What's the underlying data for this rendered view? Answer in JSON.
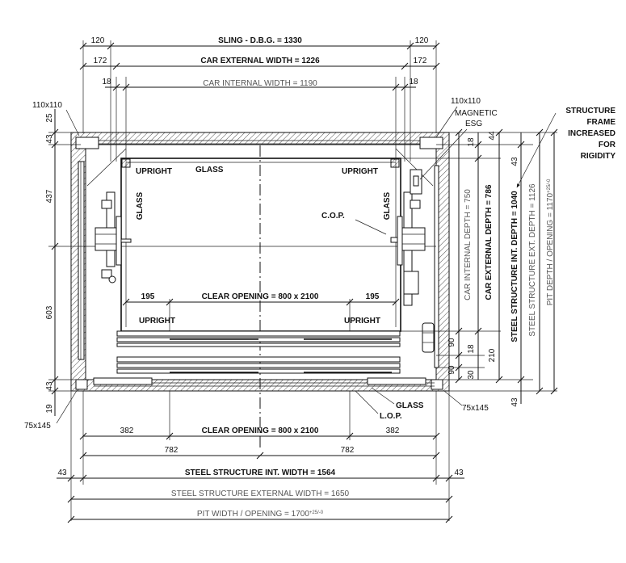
{
  "dims": {
    "sling_left": "120",
    "sling": "SLING  - D.B.G. = 1330",
    "sling_right": "120",
    "car_ext_left": "172",
    "car_ext_width": "CAR EXTERNAL WIDTH = 1226",
    "car_ext_right": "172",
    "car_int_left": "18",
    "car_int_width": "CAR INTERNAL WIDTH = 1190",
    "car_int_right": "18",
    "top_25": "25",
    "top_43": "43",
    "left_437": "437",
    "left_603": "603",
    "bottom_43": "43",
    "bottom_19": "19",
    "door_195_left": "195",
    "clear_opening_inner": "CLEAR OPENING = 800 x 2100",
    "door_195_right": "195",
    "bottom_382_left": "382",
    "clear_opening_outer": "CLEAR OPENING = 800 x 2100",
    "bottom_382_right": "382",
    "half_782_left": "782",
    "half_782_right": "782",
    "ss_int_left": "43",
    "ss_int_width": "STEEL STRUCTURE INT. WIDTH = 1564",
    "ss_int_right": "43",
    "ss_ext_width": "STEEL STRUCTURE EXTERNAL WIDTH = 1650",
    "pit_width": "PIT WIDTH / OPENING = 1700",
    "pit_width_tol": "+25/-0",
    "r_44": "44",
    "r_18": "18",
    "r_43_top": "43",
    "car_int_depth": "CAR INTERNAL DEPTH = 750",
    "car_ext_depth": "CAR EXTERNAL DEPTH = 786",
    "ss_int_depth": "STEEL STRUCTURE INT. DEPTH = 1040",
    "ss_ext_depth": "STEEL STRUCTURE EXT. DEPTH = 1126",
    "pit_depth": "PIT DEPTH / OPENING = 1170",
    "pit_depth_tol": "+25/-0",
    "r_90_a": "90",
    "r_18_b": "18",
    "r_210": "210",
    "r_90_b": "90",
    "r_30": "30",
    "r_43_bottom": "43"
  },
  "labels": {
    "corner_tl": "110x110",
    "corner_tr": "110x110",
    "magnetic": "MAGNETIC",
    "esg": "ESG",
    "structure_note": [
      "STRUCTURE",
      "FRAME",
      "INCREASED",
      "FOR",
      "RIGIDITY"
    ],
    "upright_tl": "UPRIGHT",
    "glass_top": "GLASS",
    "upright_tr": "UPRIGHT",
    "glass_left": "GLASS",
    "glass_right": "GLASS",
    "cop": "C.O.P.",
    "upright_bl": "UPRIGHT",
    "upright_br": "UPRIGHT",
    "glass_bottom": "GLASS",
    "lop": "L.O.P.",
    "corner_bl": "75x145",
    "corner_br": "75x145"
  },
  "colors": {
    "line": "#111111",
    "background": "#ffffff",
    "grey_text": "#555555"
  }
}
